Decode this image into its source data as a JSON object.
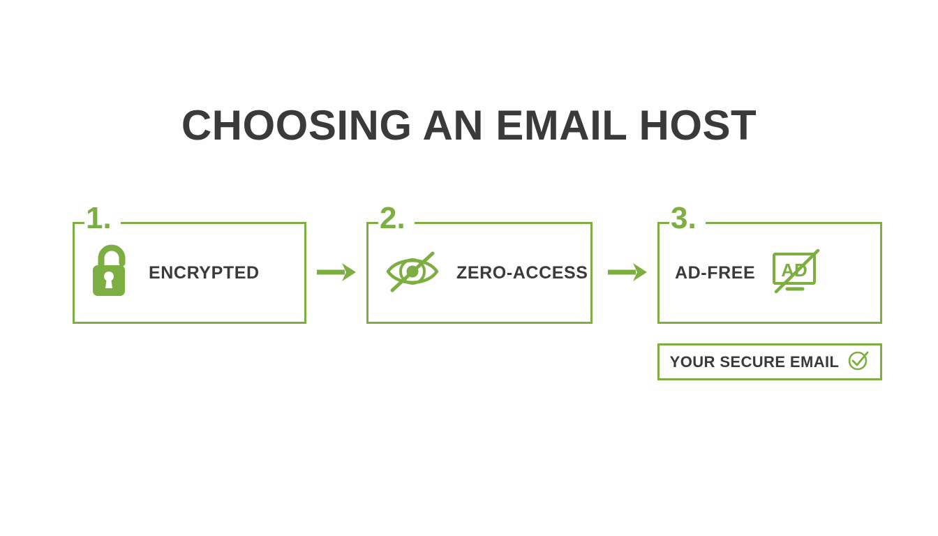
{
  "page": {
    "title": "CHOOSING AN EMAIL HOST",
    "background_color": "#fefefe",
    "accent_color": "#7cae42",
    "text_color": "#3a3a3a"
  },
  "steps": [
    {
      "number": "1.",
      "label": "ENCRYPTED",
      "icon": "open-padlock-icon",
      "icon_position": "left"
    },
    {
      "number": "2.",
      "label": "ZERO-ACCESS",
      "icon": "eye-slash-icon",
      "icon_position": "left"
    },
    {
      "number": "3.",
      "label": "AD-FREE",
      "icon": "no-ads-monitor-icon",
      "icon_position": "right"
    }
  ],
  "arrows": [
    {
      "name": "arrow-step1-to-step2",
      "glyph": "right-arrow-icon"
    },
    {
      "name": "arrow-step2-to-step3",
      "glyph": "right-arrow-icon"
    }
  ],
  "result": {
    "label": "YOUR SECURE EMAIL",
    "icon": "check-circle-icon"
  }
}
